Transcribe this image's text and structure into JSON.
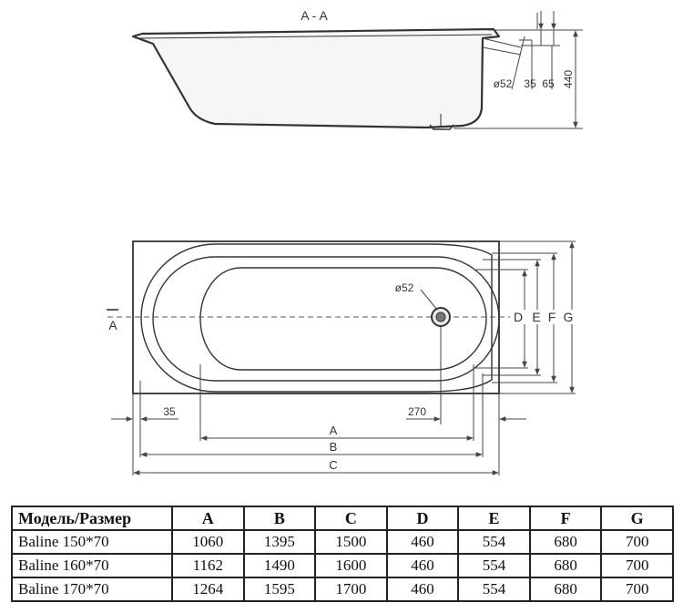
{
  "section": {
    "title": "A - A",
    "dims": {
      "drain": "ø52",
      "d35": "35",
      "d65": "65",
      "height": "440"
    }
  },
  "plan": {
    "section_mark": "A",
    "drain": "ø52",
    "dims": {
      "left": "35",
      "right": "270",
      "a": "A",
      "b": "B",
      "c": "C",
      "d": "D",
      "e": "E",
      "f": "F",
      "g": "G"
    }
  },
  "table": {
    "headers": [
      "Модель/Размер",
      "A",
      "B",
      "C",
      "D",
      "E",
      "F",
      "G"
    ],
    "rows": [
      [
        "Baline 150*70",
        "1060",
        "1395",
        "1500",
        "460",
        "554",
        "680",
        "700"
      ],
      [
        "Baline 160*70",
        "1162",
        "1490",
        "1600",
        "460",
        "554",
        "680",
        "700"
      ],
      [
        "Baline 170*70",
        "1264",
        "1595",
        "1700",
        "460",
        "554",
        "680",
        "700"
      ]
    ]
  }
}
